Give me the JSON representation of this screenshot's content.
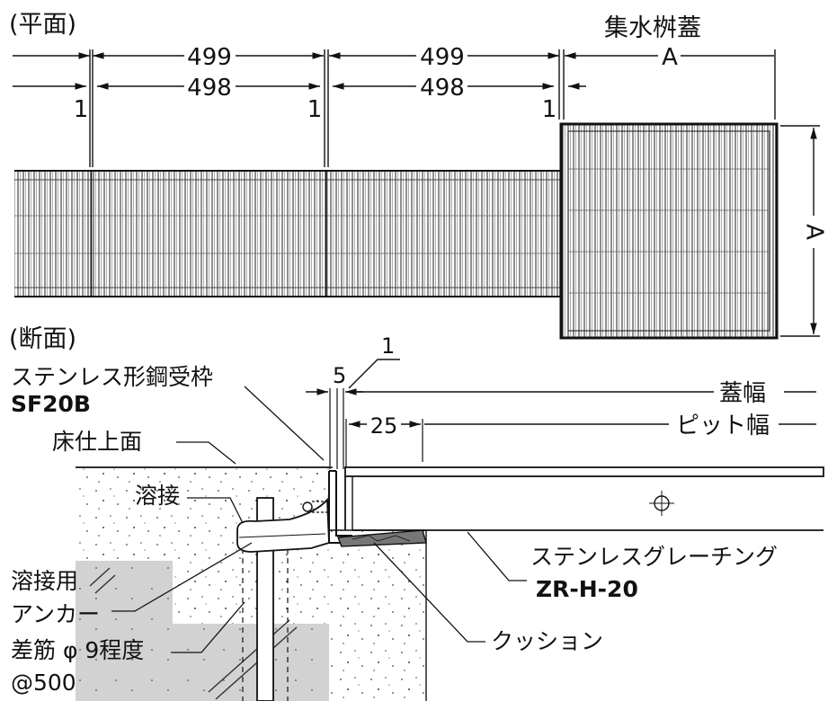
{
  "plan": {
    "heading": "(平面)",
    "pit_cover_label": "集水桝蓋",
    "dim_pitch_1": "499",
    "dim_pitch_2": "499",
    "dim_cover_width": "A",
    "dim_grating_1": "498",
    "dim_grating_2": "498",
    "gap_1": "1",
    "gap_2": "1",
    "gap_3": "1",
    "dim_cover_height": "A"
  },
  "section": {
    "heading": "(断面)",
    "frame_label": "ステンレス形鋼受枠",
    "frame_model": "SF20B",
    "dim_frame": "5",
    "dim_gap": "1",
    "cover_width_label": "蓋幅",
    "dim_offset": "25",
    "pit_width_label": "ピット幅",
    "floor_label": "床仕上面",
    "weld_label": "溶接",
    "anchor_label_1": "溶接用",
    "anchor_label_2": "アンカー",
    "rebar_label_1": "差筋 φ 9程度",
    "rebar_label_2": "@500",
    "grating_label": "ステンレスグレーチング",
    "grating_model": "ZR-H-20",
    "cushion_label": "クッション"
  }
}
